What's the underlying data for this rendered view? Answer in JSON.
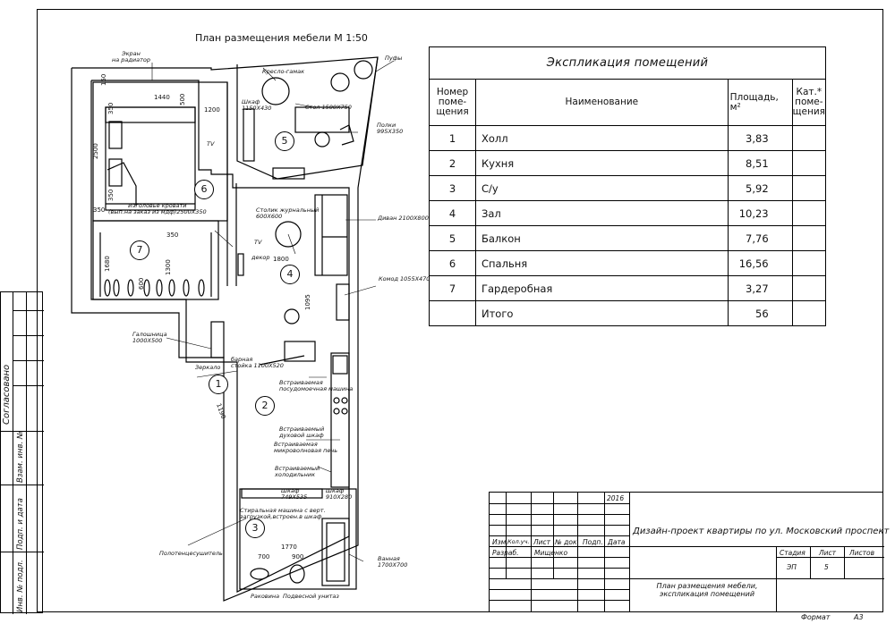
{
  "plan_title": "План размещения мебели М 1:50",
  "labels": {
    "screen": "Экран\nна радиатор",
    "armchair": "Кресло-гамак",
    "poufs": "Пуфы",
    "cabinet_bal": "Шкаф\n1150Х430",
    "table": "Стол 1500Х750",
    "shelves": "Полки\n995Х350",
    "tv1": "TV",
    "bed": "Изголовье кровати\n(вып.на заказ из мдф)2500Х350",
    "coffee_table": "Столик журнальный\n600Х600",
    "sofa": "Диван 2100Х800",
    "tv2": "TV",
    "decor": "декор",
    "dresser": "Комод 1055Х470",
    "shoe_rack": "Галошница\n1000Х500",
    "bar": "барная\nстойка 1100Х520",
    "mirror": "Зеркало",
    "dishwasher": "Встраиваемая\nпосудомоечная машина",
    "oven": "Встраиваемый\nдуховой шкаф",
    "microwave": "Встраиваемая\nмикроволновая печь",
    "fridge": "Встраиваемый\nхолодильник",
    "wardrobe_bath": "Шкаф\n749Х535",
    "cabinet_bath": "Шкаф\n910Х280",
    "washer": "Стиральная машина с верт.\nзагрузкой,встроен.в шкаф",
    "towel": "Полотенцесушитель",
    "tub": "Ванная\n1700Х700",
    "sink": "Раковина",
    "toilet": "Подвесной унитаз"
  },
  "dims": {
    "d150": "150",
    "d1440": "1440",
    "d500": "500",
    "d1200": "1200",
    "d350a": "350",
    "d2500": "2500",
    "d350b": "350",
    "d350c": "350",
    "d350d": "350",
    "d1680": "1680",
    "d600": "600",
    "d1300": "1300",
    "d1800": "1800",
    "d1095": "1095",
    "d1190": "1190",
    "d1770": "1770",
    "d700": "700",
    "d900": "900"
  },
  "rooms": [
    "1",
    "2",
    "3",
    "4",
    "5",
    "6",
    "7"
  ],
  "explication": {
    "title": "Экспликация помещений",
    "col_num": "Номер\nпоме-\nщения",
    "col_name": "Наименование",
    "col_area": "Площадь, м²",
    "col_cat": "Кат.*\nпоме-\nщения",
    "rows": [
      {
        "num": "1",
        "name": "Холл",
        "area": "3,83"
      },
      {
        "num": "2",
        "name": "Кухня",
        "area": "8,51"
      },
      {
        "num": "3",
        "name": "С/у",
        "area": "5,92"
      },
      {
        "num": "4",
        "name": "Зал",
        "area": "10,23"
      },
      {
        "num": "5",
        "name": "Балкон",
        "area": "7,76"
      },
      {
        "num": "6",
        "name": "Спальня",
        "area": "16,56"
      },
      {
        "num": "7",
        "name": "Гардеробная",
        "area": "3,27"
      },
      {
        "num": "",
        "name": "Итого",
        "area": "56"
      }
    ]
  },
  "side": {
    "agreed": "Согласовано",
    "inv_no_repl": "Взам. инв. №",
    "sign_date": "Подп. и дата",
    "inv_no": "Инв. № подл."
  },
  "stamp": {
    "year": "2016",
    "project": "Дизайн-проект квартиры по ул. Московский проспект",
    "izm": "Изм.",
    "kol": "Кол.уч.",
    "list": "Лист",
    "doc": "№ док.",
    "podp": "Подп.",
    "date": "Дата",
    "razrab": "Разраб.",
    "author": "Мищенко",
    "stadia": "Стадия",
    "list_h": "Лист",
    "listov": "Листов",
    "stadia_v": "ЭП",
    "list_v": "5",
    "listov_v": "",
    "sheet_title": "План размещения мебели,\nэкспликация помещений",
    "format_label": "Формат",
    "format_value": "А3"
  }
}
